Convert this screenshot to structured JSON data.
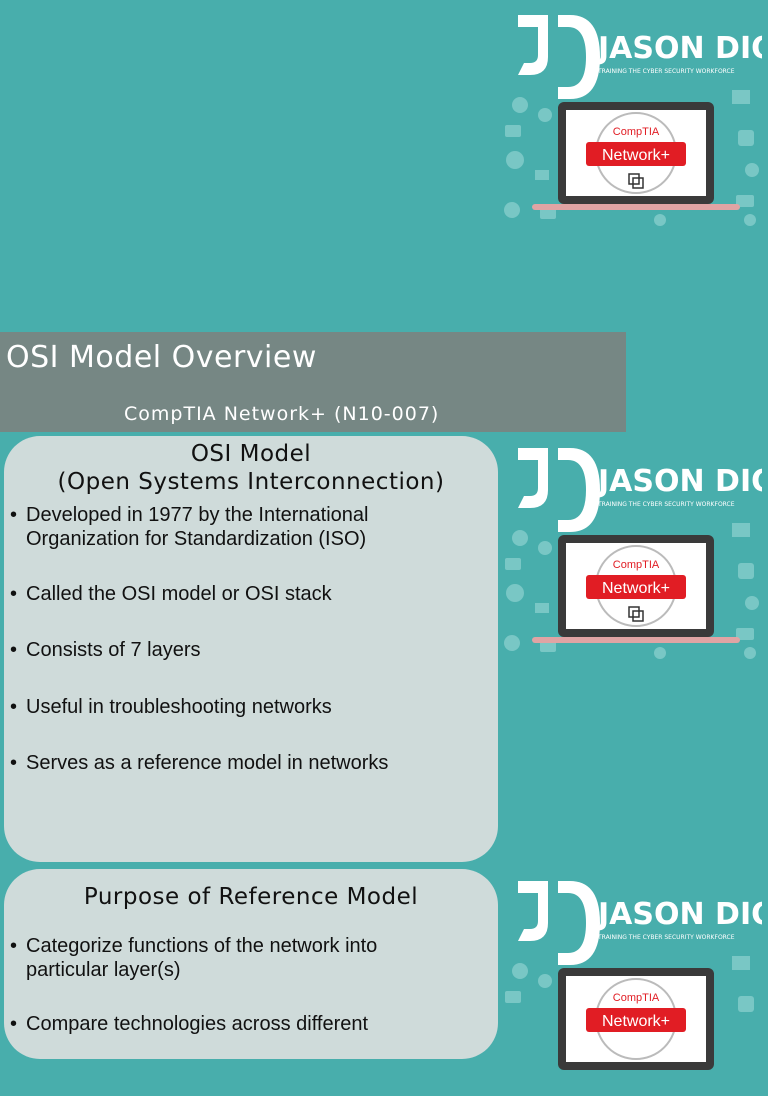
{
  "brand": {
    "name": "JASON DION",
    "tagline": "TRAINING THE CYBER SECURITY WORKFORCE",
    "badge_top": "CompTIA",
    "badge_main": "Network+",
    "colors": {
      "accent_red": "#e11d24",
      "laptop_dark": "#3a3a3a",
      "brand_white": "#ffffff"
    }
  },
  "slide": {
    "title": "OSI Model Overview",
    "subtitle": "CompTIA Network+ (N10-007)"
  },
  "card1": {
    "heading_line1": "OSI Model",
    "heading_line2": "(Open Systems Interconnection)",
    "bullets": [
      {
        "line1": "Developed in 1977 by the International",
        "line2": "Organization for Standardization (ISO)"
      },
      {
        "line1": "Called the OSI model or OSI stack"
      },
      {
        "line1": "Consists of 7 layers"
      },
      {
        "line1": "Useful in troubleshooting networks"
      },
      {
        "line1": "Serves as a reference model in networks"
      }
    ]
  },
  "card2": {
    "heading": "Purpose of Reference Model",
    "bullets": [
      {
        "line1": "Categorize functions of the network into",
        "line2": "particular layer(s)"
      },
      {
        "line1": "Compare technologies across different"
      }
    ]
  },
  "bullet_glyph": "•"
}
